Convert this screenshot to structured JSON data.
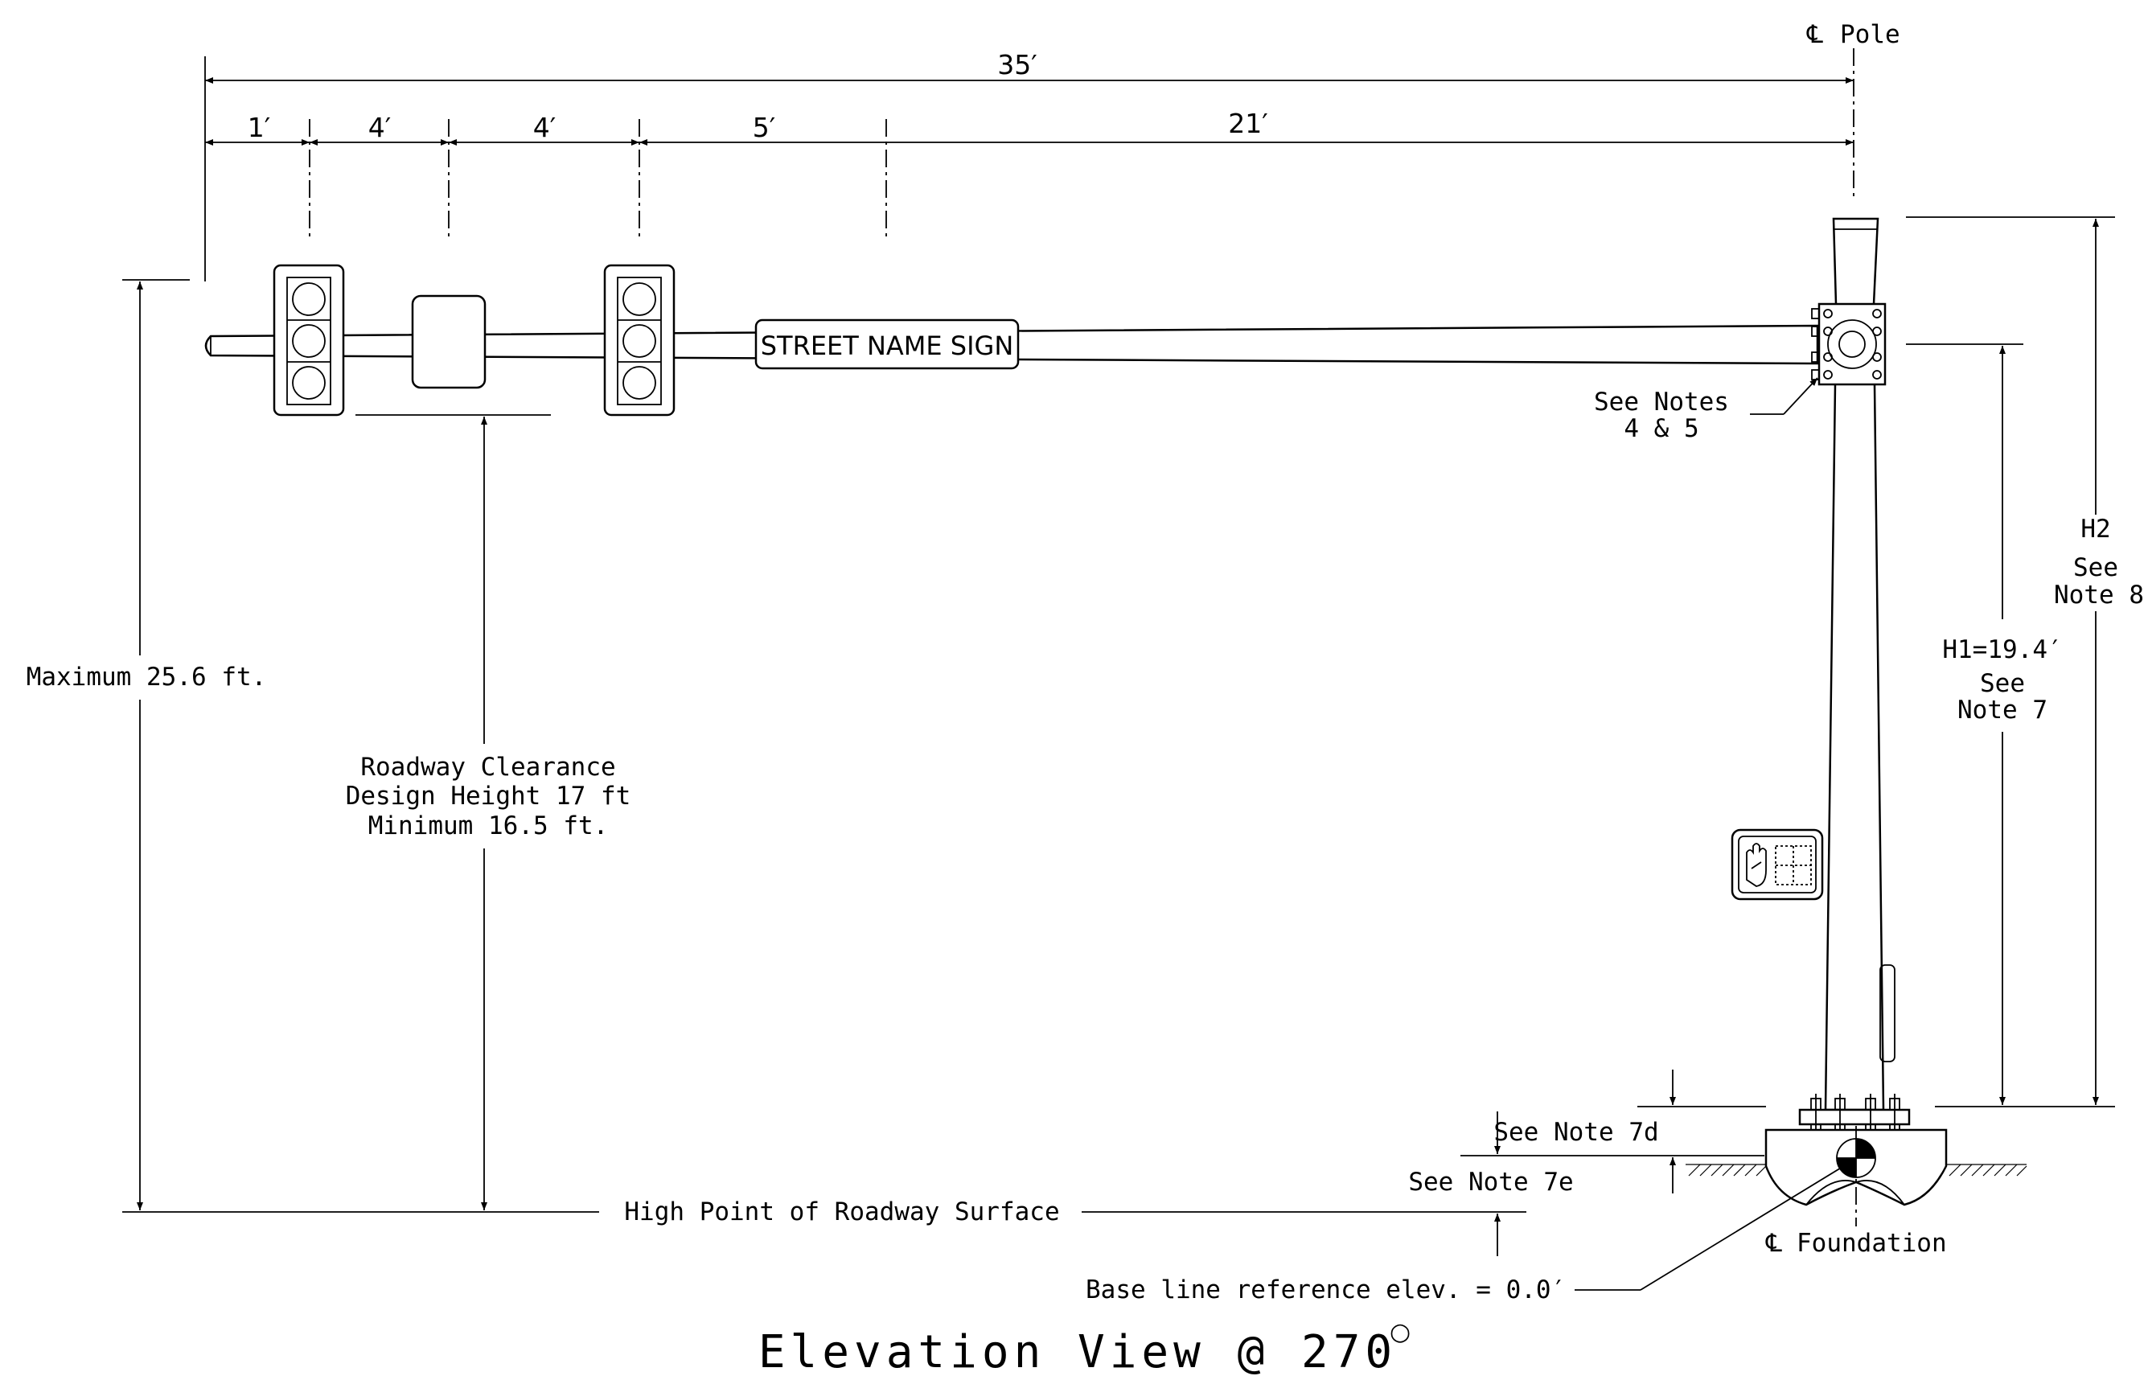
{
  "dimensions": {
    "overall": "35′",
    "seg1": "1′",
    "seg2": "4′",
    "seg3": "4′",
    "seg4": "5′",
    "seg5": "21′"
  },
  "labels": {
    "pole_centerline": "Pole",
    "foundation_centerline": "Foundation",
    "centerline_symbol": "℄",
    "street_name_sign": "STREET NAME SIGN",
    "see_notes_line1": "See Notes",
    "see_notes_line2": "4 & 5",
    "h2": "H2",
    "h2_see": "See",
    "h2_note": "Note 8",
    "h1": "H1=19.4′",
    "h1_see": "See",
    "h1_note": "Note 7",
    "maximum": "Maximum 25.6 ft.",
    "clearance_line1": "Roadway Clearance",
    "clearance_line2": "Design Height 17 ft",
    "clearance_line3": "Minimum 16.5 ft.",
    "high_point": "High Point of Roadway Surface",
    "see_note_7d": "See Note 7d",
    "see_note_7e": "See Note 7e",
    "base_line": "Base line reference elev. = 0.0′"
  },
  "title": {
    "text": "Elevation View @ 270",
    "degree_symbol": "○"
  }
}
